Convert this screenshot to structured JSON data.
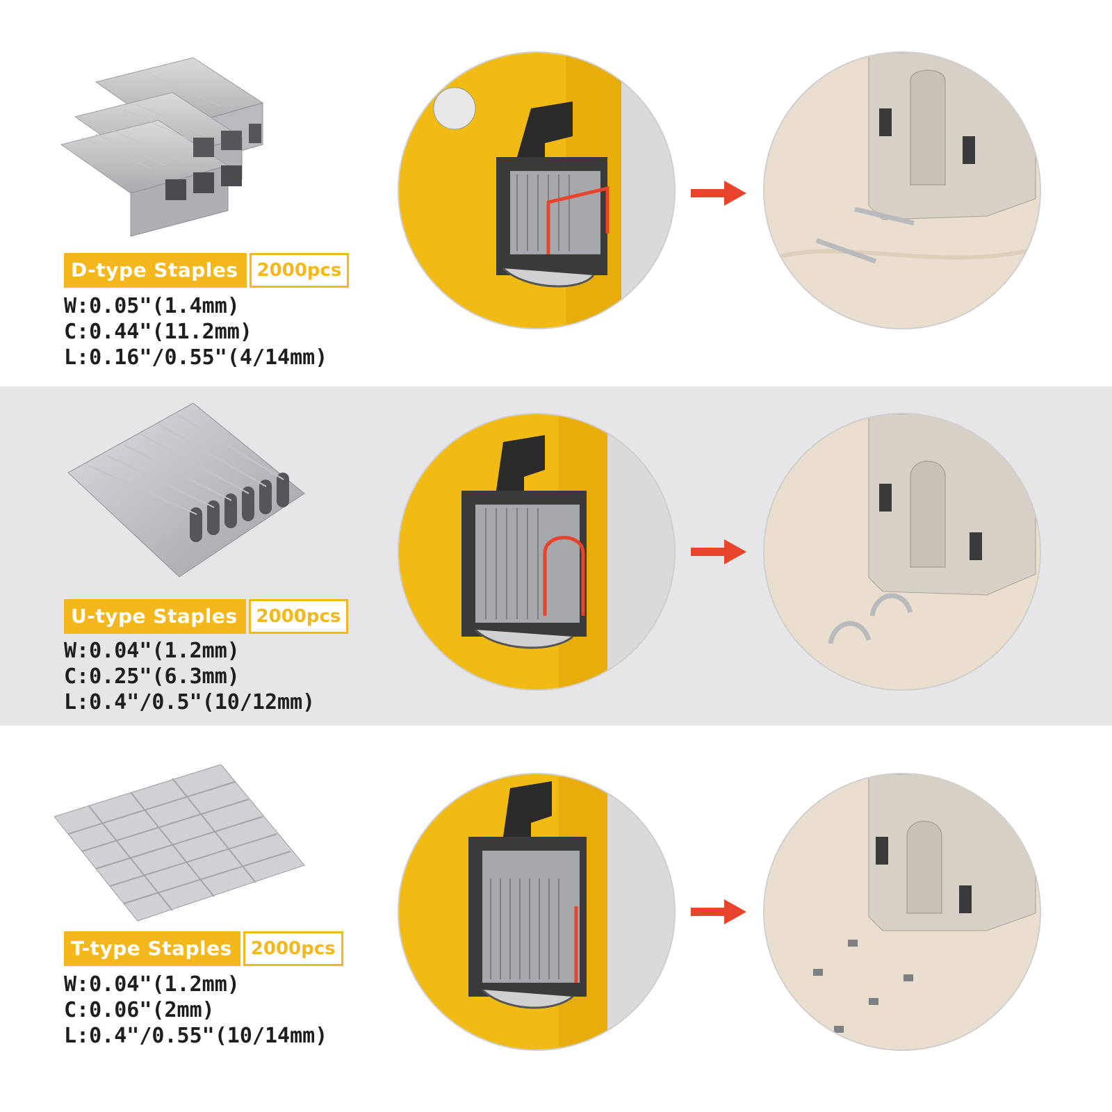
{
  "rows": [
    {
      "type_label": "D-type Staples",
      "quantity": "2000pcs",
      "specs": [
        "W:0.05\"(1.4mm)",
        "C:0.44\"(11.2mm)",
        "L:0.16\"/0.55\"(4/14mm)"
      ]
    },
    {
      "type_label": "U-type Staples",
      "quantity": "2000pcs",
      "specs": [
        "W:0.04\"(1.2mm)",
        "C:0.25\"(6.3mm)",
        "L:0.4\"/0.5\"(10/12mm)"
      ]
    },
    {
      "type_label": "T-type Staples",
      "quantity": "2000pcs",
      "specs": [
        "W:0.04\"(1.2mm)",
        "C:0.06\"(2mm)",
        "L:0.4\"/0.55\"(10/14mm)"
      ]
    }
  ],
  "colors": {
    "accent": "#f5b81c",
    "tool_yellow": "#f2bb14",
    "arrow": "#e8432b",
    "middle_band": "#e6e6e9",
    "text": "#1e1e1e"
  },
  "icons": {
    "arrow": "right-arrow-icon",
    "tool": "staple-gun-magazine",
    "result": "staple-gun-base-on-wood"
  }
}
